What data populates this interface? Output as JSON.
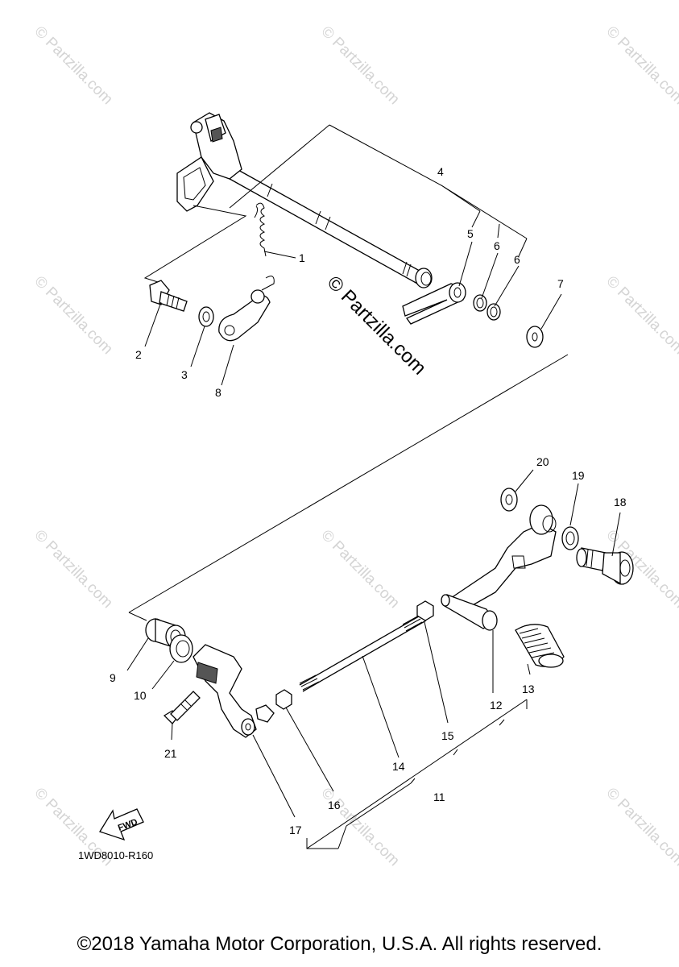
{
  "watermark_text": "© Partzilla.com",
  "center_watermark_text": "© Partzilla.com",
  "diagram_code": "1WD8010-R160",
  "fwd_arrow_label": "FWD",
  "copyright": "©2018 Yamaha Motor Corporation, U.S.A. All rights reserved.",
  "callouts": [
    "1",
    "2",
    "3",
    "4",
    "5",
    "6",
    "6",
    "7",
    "8",
    "9",
    "10",
    "11",
    "12",
    "13",
    "14",
    "15",
    "16",
    "17",
    "18",
    "19",
    "20",
    "21"
  ]
}
